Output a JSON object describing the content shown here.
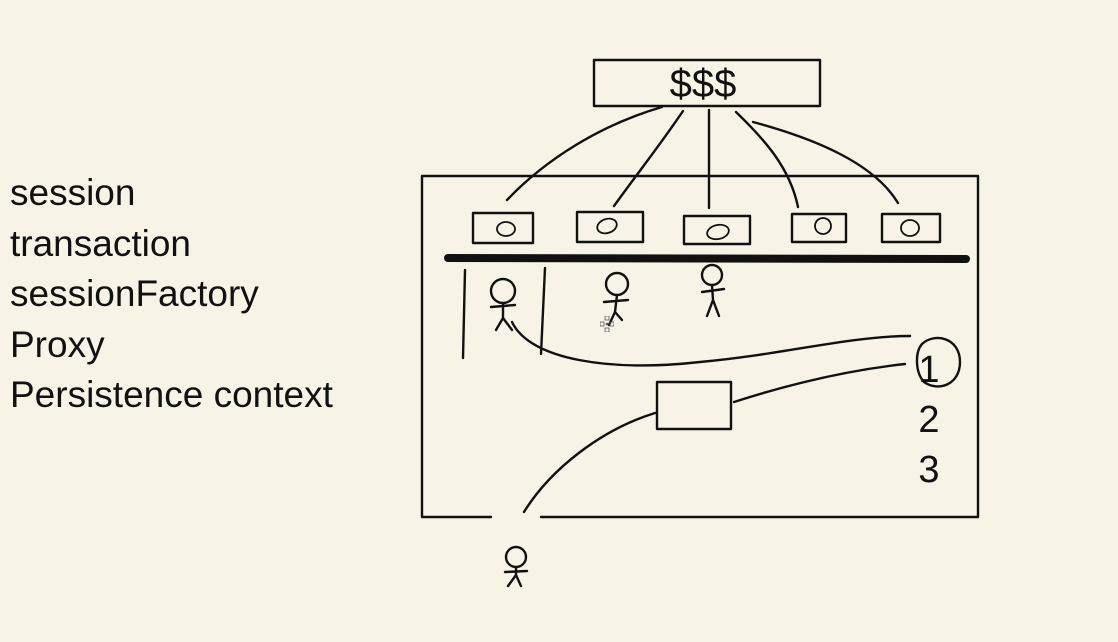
{
  "terms": [
    "session",
    "transaction",
    "sessionFactory",
    "Proxy",
    "Persistence context"
  ],
  "database_label": "$$$",
  "numbers": [
    "1",
    "2",
    "3"
  ],
  "colors": {
    "background": "#f7f3e6",
    "ink": "#111111"
  },
  "icons": [
    "stick-figure-icon",
    "connection-slot-icon",
    "move-cursor-icon"
  ]
}
